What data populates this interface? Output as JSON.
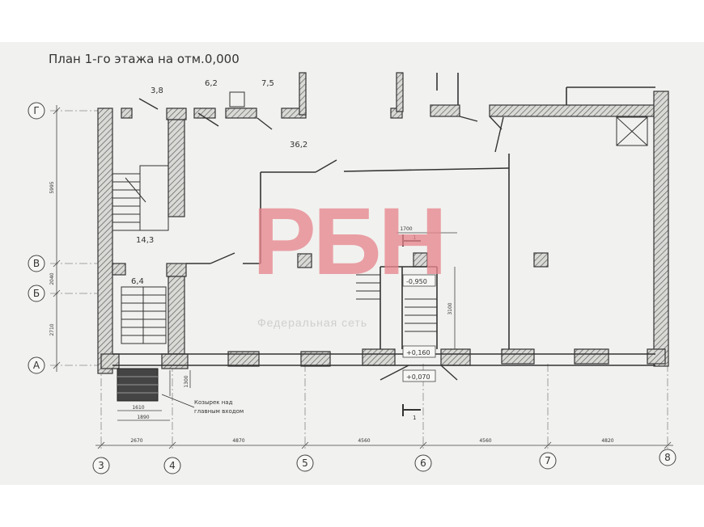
{
  "title": "План 1-го этажа на отм.0,000",
  "axes_letters": [
    "Г",
    "В",
    "Б",
    "А"
  ],
  "axes_numbers": [
    "3",
    "4",
    "5",
    "6",
    "7",
    "8"
  ],
  "room_areas": [
    "3,8",
    "6,2",
    "7,5",
    "36,2",
    "14,3",
    "6,4"
  ],
  "levels": [
    "-0,950",
    "+0,160",
    "+0,070"
  ],
  "dims_bottom": [
    "2670",
    "4870",
    "4560",
    "4560",
    "4820"
  ],
  "dims_left": [
    "5995",
    "2040",
    "2710"
  ],
  "dims_small": [
    "1610",
    "1890",
    "1300",
    "1700",
    "3100"
  ],
  "section_mark": "1",
  "canopy_note": [
    "Козырек над",
    "главным входом"
  ],
  "watermark": {
    "logo": "РБН",
    "subtitle": "Федеральная сеть"
  },
  "colors": {
    "paper": "#f1f2ef",
    "line": "#3a3a3a",
    "hatch": "#555555",
    "watermark": "#e8878f"
  }
}
